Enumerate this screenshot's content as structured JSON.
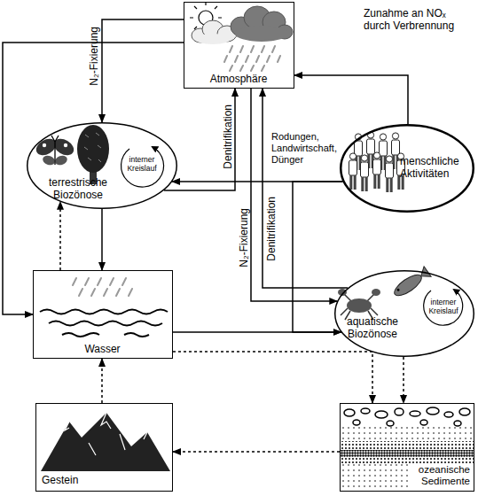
{
  "diagram": {
    "nodes": [
      {
        "text": [
          "Atmosphäre"
        ]
      },
      {
        "text": [
          "terrestrische Biozönose",
          "interner Kreislauf"
        ]
      },
      {
        "text": [
          "menschliche Aktivitäten"
        ]
      },
      {
        "text": [
          "Wasser"
        ]
      },
      {
        "text": [
          "aquatische Biozönose",
          "interner Kreislauf"
        ]
      },
      {
        "text": [
          "Gestein"
        ]
      },
      {
        "text": [
          "ozeanische Sedimente"
        ]
      }
    ],
    "edges": [
      {
        "from": 0,
        "to": 1,
        "label": "N₂-Fixierung",
        "arrow": "to"
      },
      {
        "from": 0,
        "to": 3,
        "arrow": "to"
      },
      {
        "from": 1,
        "to": 0,
        "label": "Denitrifikation",
        "arrow": "to"
      },
      {
        "from": 2,
        "to": 0,
        "label": "Zunahme an NOₓ durch Verbrennung",
        "arrow": "to"
      },
      {
        "from": 2,
        "to": 1,
        "label": "Rodungen, Landwirtschaft, Dünger",
        "arrow": "to"
      },
      {
        "from": 2,
        "to": 4,
        "arrow": "to"
      },
      {
        "from": 0,
        "to": 4,
        "label": "N₂-Fixierung",
        "arrow": "to"
      },
      {
        "from": 4,
        "to": 0,
        "label": "Denitrifikation",
        "arrow": "to"
      },
      {
        "from": 1,
        "to": 3,
        "arrow": "to"
      },
      {
        "from": 3,
        "to": 1,
        "arrow": "to"
      },
      {
        "from": 3,
        "to": 4,
        "arrow": "to"
      },
      {
        "from": 3,
        "to": 6,
        "arrow": "to"
      },
      {
        "from": 4,
        "to": 6,
        "arrow": "to"
      },
      {
        "from": 6,
        "to": 5,
        "arrow": "to"
      },
      {
        "from": 5,
        "to": 3,
        "arrow": "to"
      }
    ]
  }
}
